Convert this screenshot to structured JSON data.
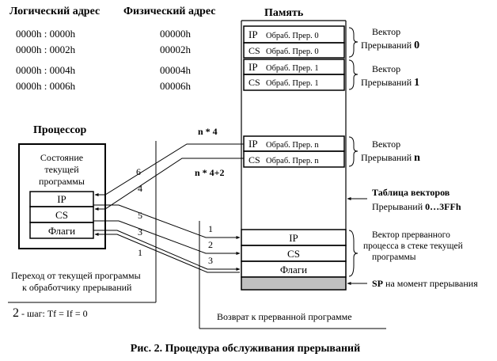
{
  "headers": {
    "logical": "Логический адрес",
    "physical": "Физический адрес",
    "memory": "Память",
    "processor": "Процессор"
  },
  "address_rows": [
    {
      "logical": "0000h : 0000h",
      "physical": "00000h"
    },
    {
      "logical": "0000h : 0002h",
      "physical": "00002h"
    },
    {
      "logical": "0000h : 0004h",
      "physical": "00004h"
    },
    {
      "logical": "0000h : 0006h",
      "physical": "00006h"
    }
  ],
  "memory_cells": [
    {
      "reg": "IP",
      "desc": "Обраб. Прер. 0"
    },
    {
      "reg": "CS",
      "desc": "Обраб. Прер. 0"
    },
    {
      "reg": "IP",
      "desc": "Обраб. Прер. 1"
    },
    {
      "reg": "CS",
      "desc": "Обраб. Прер. 1"
    },
    {
      "reg": "IP",
      "desc": "Обраб. Прер. n"
    },
    {
      "reg": "CS",
      "desc": "Обраб. Прер. n"
    }
  ],
  "vector_labels": [
    {
      "line1": "Вектор",
      "line2": "Прерываний",
      "num": "0"
    },
    {
      "line1": "Вектор",
      "line2": "Прерываний",
      "num": "1"
    },
    {
      "line1": "Вектор",
      "line2": "Прерываний",
      "num": "n"
    }
  ],
  "table_label": {
    "line1": "Таблица векторов",
    "line2": "Прерываний",
    "range": "0…3FFh"
  },
  "stack_label": {
    "line1": "Вектор прерванного",
    "line2": "процесса в стеке текущей",
    "line3": "программы"
  },
  "stack_cells": [
    "IP",
    "CS",
    "Флаги"
  ],
  "sp_label": {
    "bold": "SP",
    "rest": " на момент прерывания"
  },
  "state_box": {
    "line1": "Состояние",
    "line2": "текущей",
    "line3": "программы"
  },
  "registers": [
    "IP",
    "CS",
    "Флаги"
  ],
  "offsets": {
    "ip": "n * 4",
    "cs": "n * 4+2"
  },
  "step_numbers": [
    "6",
    "4",
    "5",
    "3",
    "1",
    "1",
    "2",
    "3"
  ],
  "captions": {
    "transition_line1": "Переход от текущей программы",
    "transition_line2": "к обработчику прерываний",
    "step2_num": "2",
    "step2_text": " - шаг: Tf = If = 0",
    "return": "Возврат к прерванной программе",
    "figure": "Рис. 2. Процедура обслуживания прерываний"
  }
}
